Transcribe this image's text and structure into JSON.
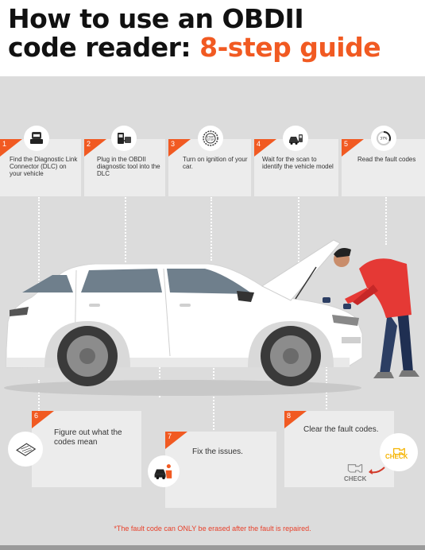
{
  "title": {
    "line1": "How to use an OBDII",
    "line2_prefix": "code reader: ",
    "line2_accent": "8-step guide"
  },
  "steps": [
    {
      "num": "1",
      "text": "Find the Diagnostic Link Connector (DLC) on your vehicle",
      "icon": "connector-icon"
    },
    {
      "num": "2",
      "text": "Plug in the OBDII diagnostic tool into the DLC",
      "icon": "scan-tool-icon"
    },
    {
      "num": "3",
      "text": "Turn on ignition of your car.",
      "icon": "engine-start-icon"
    },
    {
      "num": "4",
      "text": "Wait for the scan to identify the vehicle model",
      "icon": "car-scan-icon"
    },
    {
      "num": "5",
      "text": "Read the fault codes",
      "icon": "progress-icon"
    },
    {
      "num": "6",
      "text": "Figure out what the codes mean",
      "icon": "document-icon"
    },
    {
      "num": "7",
      "text": "Fix the issues.",
      "icon": "mechanic-icon"
    },
    {
      "num": "8",
      "text": "Clear the fault codes.",
      "icon": "check-engine-icon"
    }
  ],
  "progress_label": "37%",
  "engine_start_label": "START STOP",
  "check_label_on": "CHECK",
  "check_label_off": "CHECK",
  "footnote": "*The fault code can ONLY be erased after the fault is repaired.",
  "colors": {
    "accent": "#f15a22",
    "panel": "#dcdcdc",
    "card": "#ececec",
    "footnote": "#e8402a"
  }
}
